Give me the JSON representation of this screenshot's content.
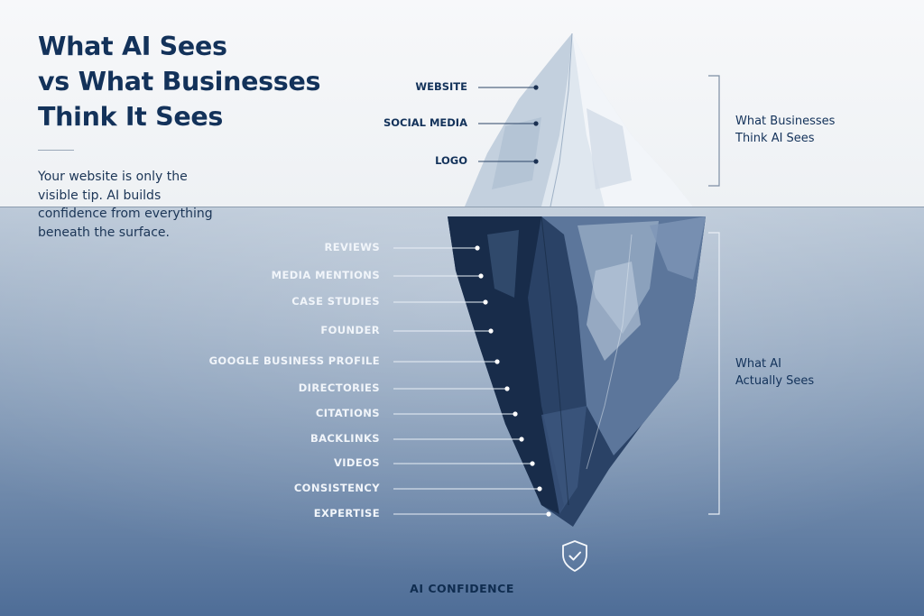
{
  "header": {
    "title_lines": [
      "What AI Sees",
      "vs What Businesses",
      "Think It Sees"
    ],
    "subtitle_lines": [
      "Your website is only the",
      "visible tip. AI builds",
      "confidence from everything",
      "beneath the surface."
    ]
  },
  "above_water": {
    "items": [
      "WEBSITE",
      "SOCIAL MEDIA",
      "LOGO"
    ],
    "bracket_label_lines": [
      "What Businesses",
      "Think AI Sees"
    ]
  },
  "below_water": {
    "items": [
      "REVIEWS",
      "MEDIA MENTIONS",
      "CASE STUDIES",
      "FOUNDER",
      "GOOGLE BUSINESS PROFILE",
      "DIRECTORIES",
      "CITATIONS",
      "BACKLINKS",
      "VIDEOS",
      "CONSISTENCY",
      "EXPERTISE"
    ],
    "bracket_label_lines": [
      "What AI",
      "Actually Sees"
    ]
  },
  "footer": {
    "icon": "shield-check-icon",
    "label": "AI CONFIDENCE"
  },
  "colors": {
    "navy_text": "#13325a",
    "sky": "#f4f6f8",
    "water_top": "#aebdcf",
    "water_bottom": "#51709a",
    "ice_light": "#e6edf4",
    "ice_dark": "#1f3453"
  }
}
